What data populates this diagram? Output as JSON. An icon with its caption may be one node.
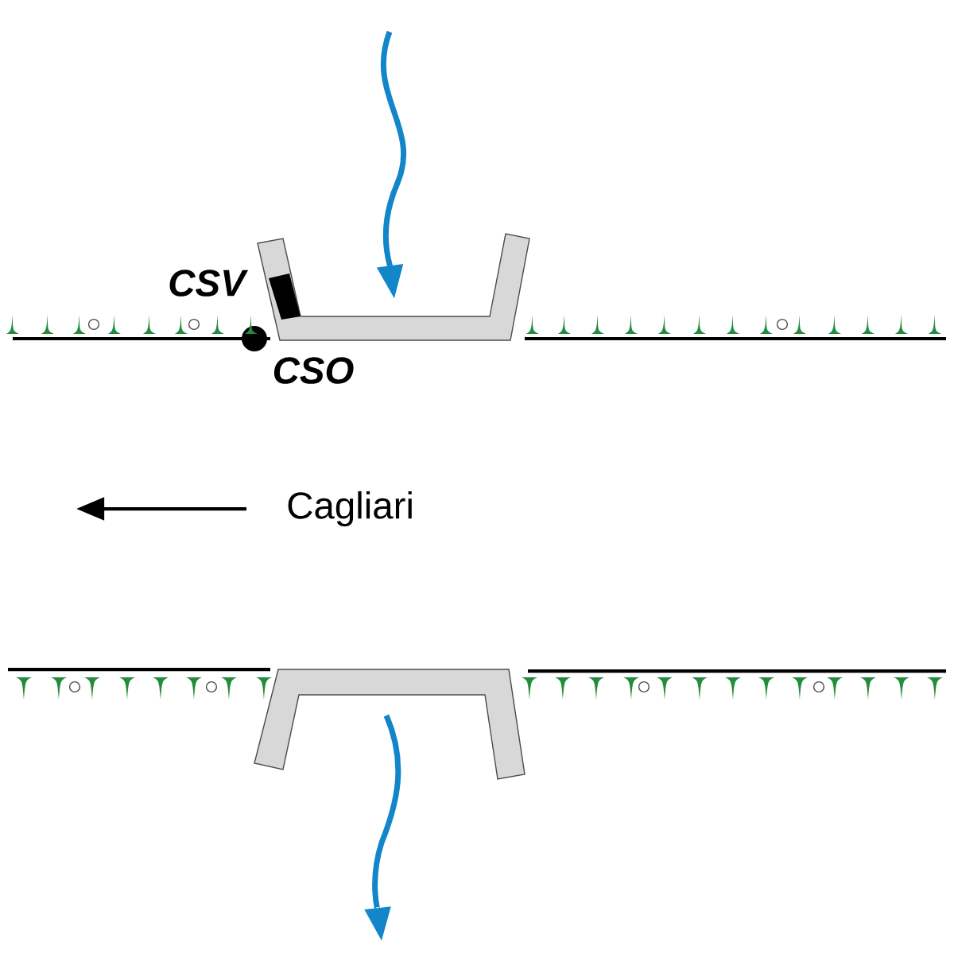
{
  "diagram": {
    "labels": [
      "CSV",
      "CSO",
      "Cagliari"
    ]
  }
}
